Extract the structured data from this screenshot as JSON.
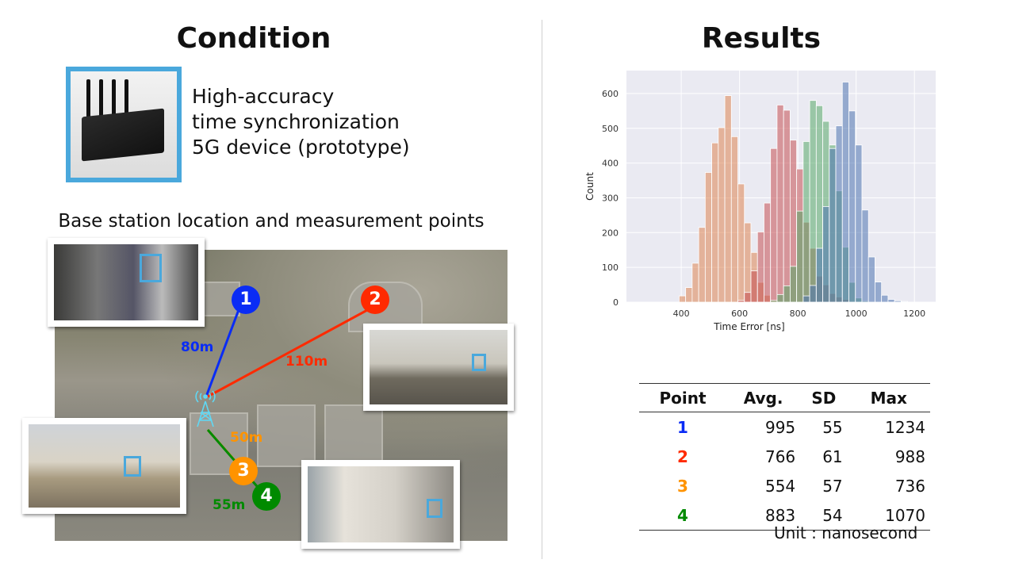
{
  "condition": {
    "title": "Condition",
    "device_lines": [
      "High-accuracy",
      "time synchronization",
      "5G device (prototype)"
    ],
    "map_caption": "Base station location and measurement points",
    "points": [
      {
        "label": "1",
        "distance": "80m",
        "color": "#0a2cf5"
      },
      {
        "label": "2",
        "distance": "110m",
        "color": "#ff2a00"
      },
      {
        "label": "3",
        "distance": "50m",
        "color": "#ff9300"
      },
      {
        "label": "4",
        "distance": "55m",
        "color": "#008a00"
      }
    ],
    "highlight_color": "#4aa8dc"
  },
  "results": {
    "title": "Results",
    "table": {
      "headers": [
        "Point",
        "Avg.",
        "SD",
        "Max"
      ],
      "rows": [
        {
          "point": "1",
          "avg": "995",
          "sd": "55",
          "max": "1234"
        },
        {
          "point": "2",
          "avg": "766",
          "sd": "61",
          "max": "988"
        },
        {
          "point": "3",
          "avg": "554",
          "sd": "57",
          "max": "736"
        },
        {
          "point": "4",
          "avg": "883",
          "sd": "54",
          "max": "1070"
        }
      ],
      "unit": "Unit : nanosecond"
    }
  },
  "chart_data": {
    "type": "bar",
    "subtype": "histogram-overlay",
    "xlabel": "Time Error [ns]",
    "ylabel": "Count",
    "xlim": [
      212,
      1273
    ],
    "ylim": [
      0,
      666
    ],
    "xticks": [
      400,
      600,
      800,
      1000,
      1200
    ],
    "yticks": [
      0,
      100,
      200,
      300,
      400,
      500,
      600
    ],
    "grid": true,
    "background": "#eaeaf2",
    "bin_start": 392.7,
    "bin_width": 22.4,
    "series": [
      {
        "point": "3",
        "color": "#dd8452",
        "first_bin": 0,
        "counts": [
          18,
          42,
          112,
          215,
          373,
          458,
          502,
          594,
          476,
          340,
          228,
          143,
          57,
          20,
          5
        ]
      },
      {
        "point": "2",
        "color": "#c44e52",
        "first_bin": 9,
        "counts": [
          5,
          28,
          90,
          202,
          285,
          442,
          567,
          552,
          466,
          383,
          230,
          155,
          75,
          50,
          25,
          15,
          8
        ]
      },
      {
        "point": "4",
        "color": "#55a868",
        "first_bin": 14,
        "counts": [
          5,
          22,
          47,
          103,
          262,
          462,
          580,
          565,
          520,
          452,
          320,
          158,
          57,
          12,
          3
        ]
      },
      {
        "point": "1",
        "color": "#4c72b0",
        "first_bin": 19,
        "counts": [
          18,
          48,
          155,
          275,
          442,
          507,
          633,
          550,
          452,
          265,
          130,
          58,
          20,
          8,
          4,
          2
        ]
      }
    ]
  }
}
